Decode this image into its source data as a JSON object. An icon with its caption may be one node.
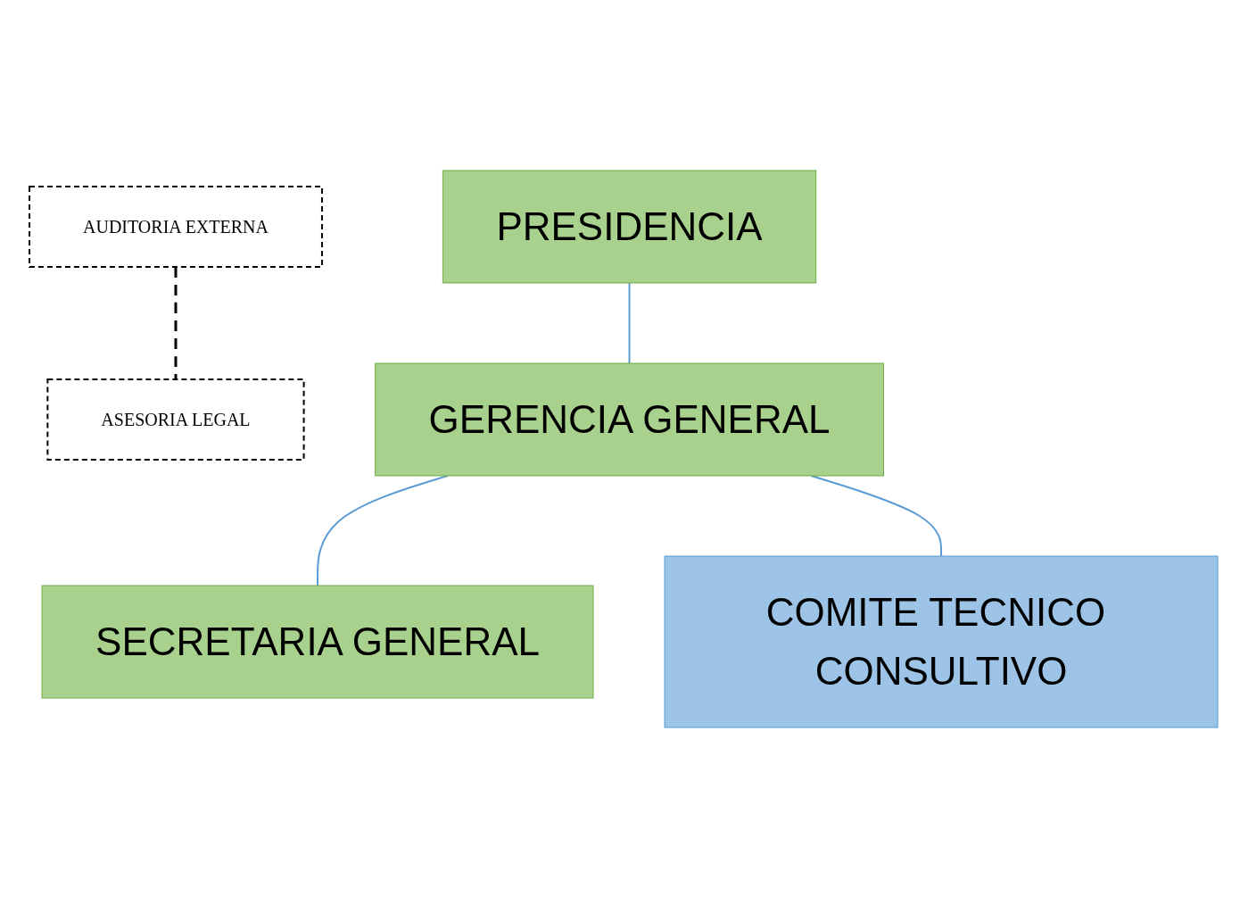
{
  "diagram": {
    "nodes": [
      {
        "text": [
          "PRESIDENCIA"
        ]
      },
      {
        "text": [
          "AUDITORIA EXTERNA"
        ]
      },
      {
        "text": [
          "ASESORIA LEGAL"
        ]
      },
      {
        "text": [
          "GERENCIA GENERAL"
        ]
      },
      {
        "text": [
          "SECRETARIA GENERAL"
        ]
      },
      {
        "text": [
          "COMITE TECNICO CONSULTIVO"
        ]
      }
    ],
    "edges": [
      {
        "from": 0,
        "to": 3,
        "arrow": "none"
      },
      {
        "from": 1,
        "to": 2,
        "arrow": "none",
        "style": "dashed",
        "color": "#000000"
      },
      {
        "from": 3,
        "to": 4,
        "arrow": "none"
      },
      {
        "from": 3,
        "to": 5,
        "arrow": "none"
      }
    ]
  }
}
